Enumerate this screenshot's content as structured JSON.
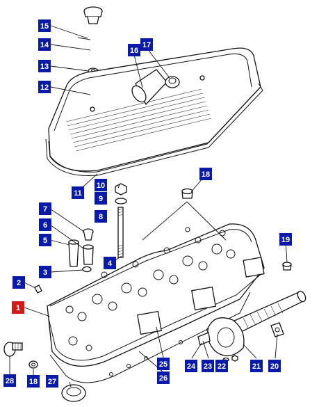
{
  "callouts": [
    {
      "id": "c1",
      "label": "1",
      "color": "#d11a1a"
    },
    {
      "id": "c2",
      "label": "2",
      "color": "#0a1aa8"
    },
    {
      "id": "c3",
      "label": "3",
      "color": "#0a1aa8"
    },
    {
      "id": "c4",
      "label": "4",
      "color": "#0a1aa8"
    },
    {
      "id": "c5",
      "label": "5",
      "color": "#0a1aa8"
    },
    {
      "id": "c6",
      "label": "6",
      "color": "#0a1aa8"
    },
    {
      "id": "c7",
      "label": "7",
      "color": "#0a1aa8"
    },
    {
      "id": "c8",
      "label": "8",
      "color": "#0a1aa8"
    },
    {
      "id": "c9",
      "label": "9",
      "color": "#0a1aa8"
    },
    {
      "id": "c10",
      "label": "10",
      "color": "#0a1aa8"
    },
    {
      "id": "c11",
      "label": "11",
      "color": "#0a1aa8"
    },
    {
      "id": "c12",
      "label": "12",
      "color": "#0a1aa8"
    },
    {
      "id": "c13",
      "label": "13",
      "color": "#0a1aa8"
    },
    {
      "id": "c14",
      "label": "14",
      "color": "#0a1aa8"
    },
    {
      "id": "c15",
      "label": "15",
      "color": "#0a1aa8"
    },
    {
      "id": "c16",
      "label": "16",
      "color": "#0a1aa8"
    },
    {
      "id": "c17",
      "label": "17",
      "color": "#0a1aa8"
    },
    {
      "id": "c18a",
      "label": "18",
      "color": "#0a1aa8"
    },
    {
      "id": "c19",
      "label": "19",
      "color": "#0a1aa8"
    },
    {
      "id": "c20",
      "label": "20",
      "color": "#0a1aa8"
    },
    {
      "id": "c21",
      "label": "21",
      "color": "#0a1aa8"
    },
    {
      "id": "c22",
      "label": "22",
      "color": "#0a1aa8"
    },
    {
      "id": "c23",
      "label": "23",
      "color": "#0a1aa8"
    },
    {
      "id": "c24",
      "label": "24",
      "color": "#0a1aa8"
    },
    {
      "id": "c25",
      "label": "25",
      "color": "#0a1aa8"
    },
    {
      "id": "c26",
      "label": "26",
      "color": "#0a1aa8"
    },
    {
      "id": "c27",
      "label": "27",
      "color": "#0a1aa8"
    },
    {
      "id": "c18b",
      "label": "18",
      "color": "#0a1aa8"
    },
    {
      "id": "c28",
      "label": "28",
      "color": "#0a1aa8"
    }
  ],
  "colors": {
    "ink": "#111111",
    "background": "#ffffff"
  }
}
